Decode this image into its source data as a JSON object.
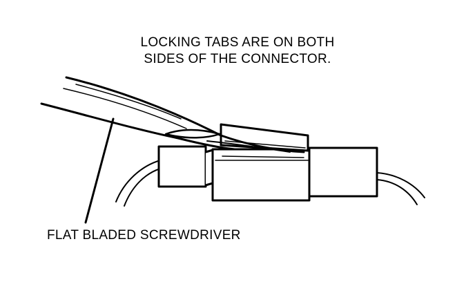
{
  "annotations": {
    "note_line1": "LOCKING TABS ARE ON BOTH",
    "note_line2": "SIDES OF THE CONNECTOR.",
    "screwdriver_label": "FLAT BLADED SCREWDRIVER"
  },
  "colors": {
    "ink": "#000000",
    "background": "#ffffff"
  }
}
